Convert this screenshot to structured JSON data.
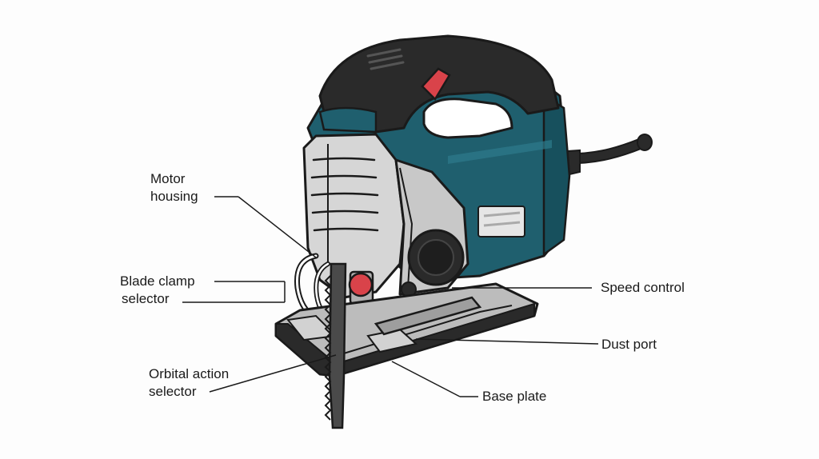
{
  "diagram": {
    "labels": {
      "motor_housing": [
        "Motor",
        "housing"
      ],
      "blade_clamp": [
        "Blade clamp",
        "selector"
      ],
      "orbital_action": [
        "Orbital action",
        "selector"
      ],
      "speed_control": "Speed control",
      "dust_port": "Dust port",
      "base_plate": "Base plate"
    },
    "colors": {
      "body_teal": "#1f5f6e",
      "grip_black": "#2a2a2a",
      "housing_grey": "#c8c8c8",
      "accent_red": "#d9434a",
      "outline": "#1a1a1a"
    }
  }
}
